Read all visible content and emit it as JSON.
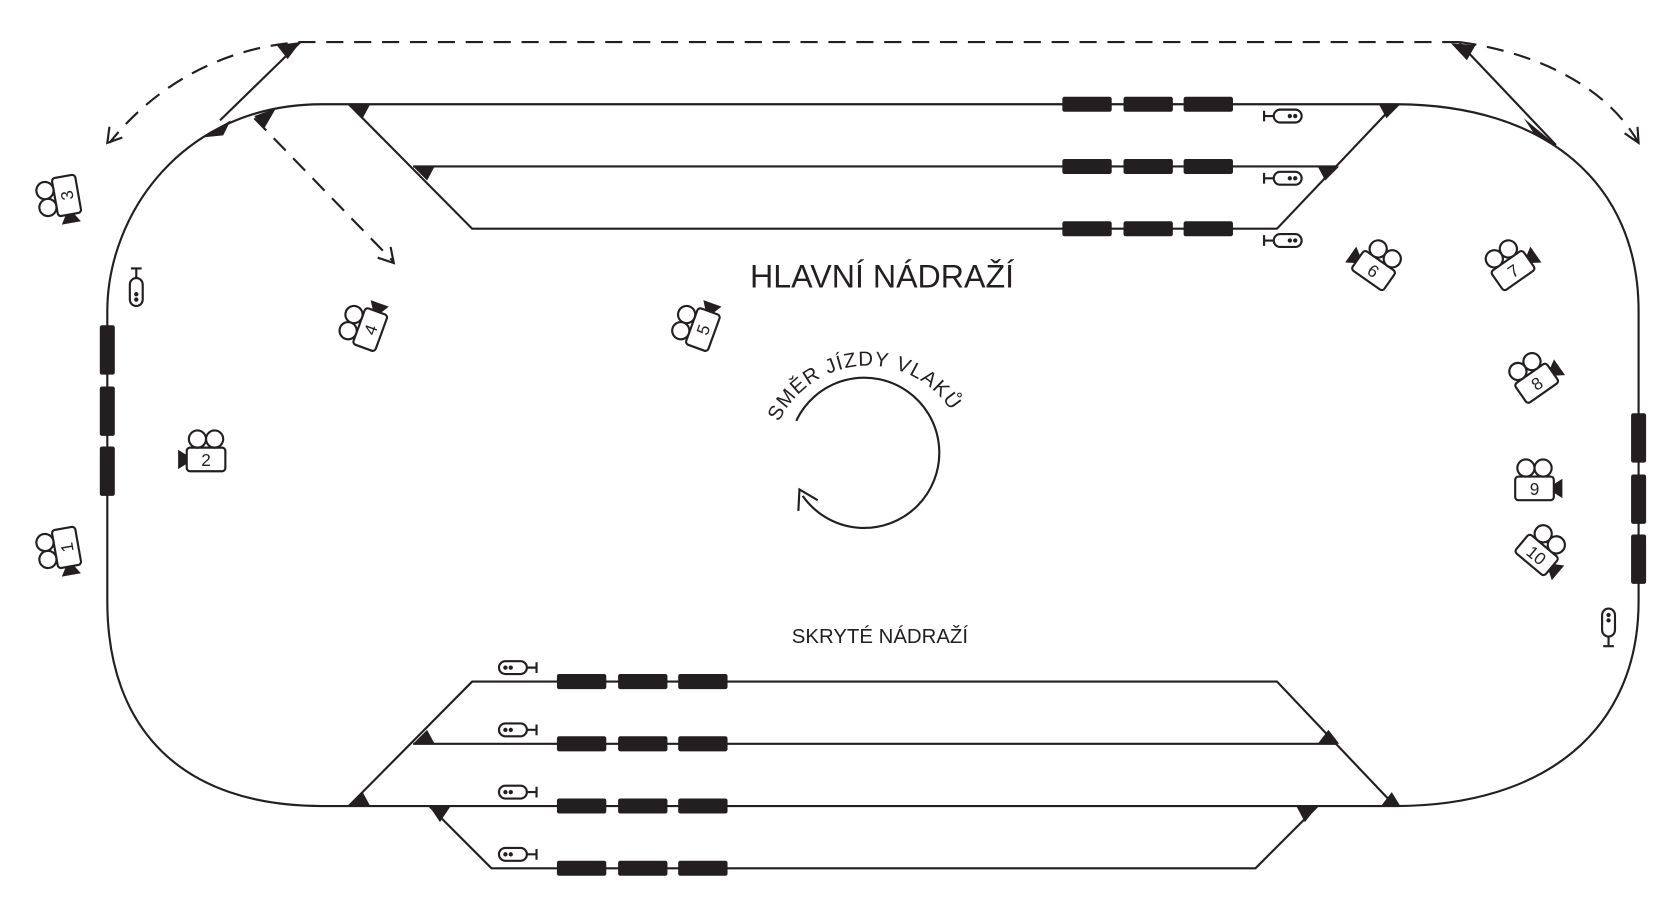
{
  "labels": {
    "main_station": "HLAVNÍ NÁDRAŽÍ",
    "hidden_station": "SKRYTÉ NÁDRAŽÍ",
    "direction": "SMĚR JÍZDY VLAKŮ"
  },
  "cameras": [
    "1",
    "2",
    "3",
    "4",
    "5",
    "6",
    "7",
    "8",
    "9",
    "10"
  ],
  "colors": {
    "ink": "#231f20",
    "background": "#ffffff"
  }
}
